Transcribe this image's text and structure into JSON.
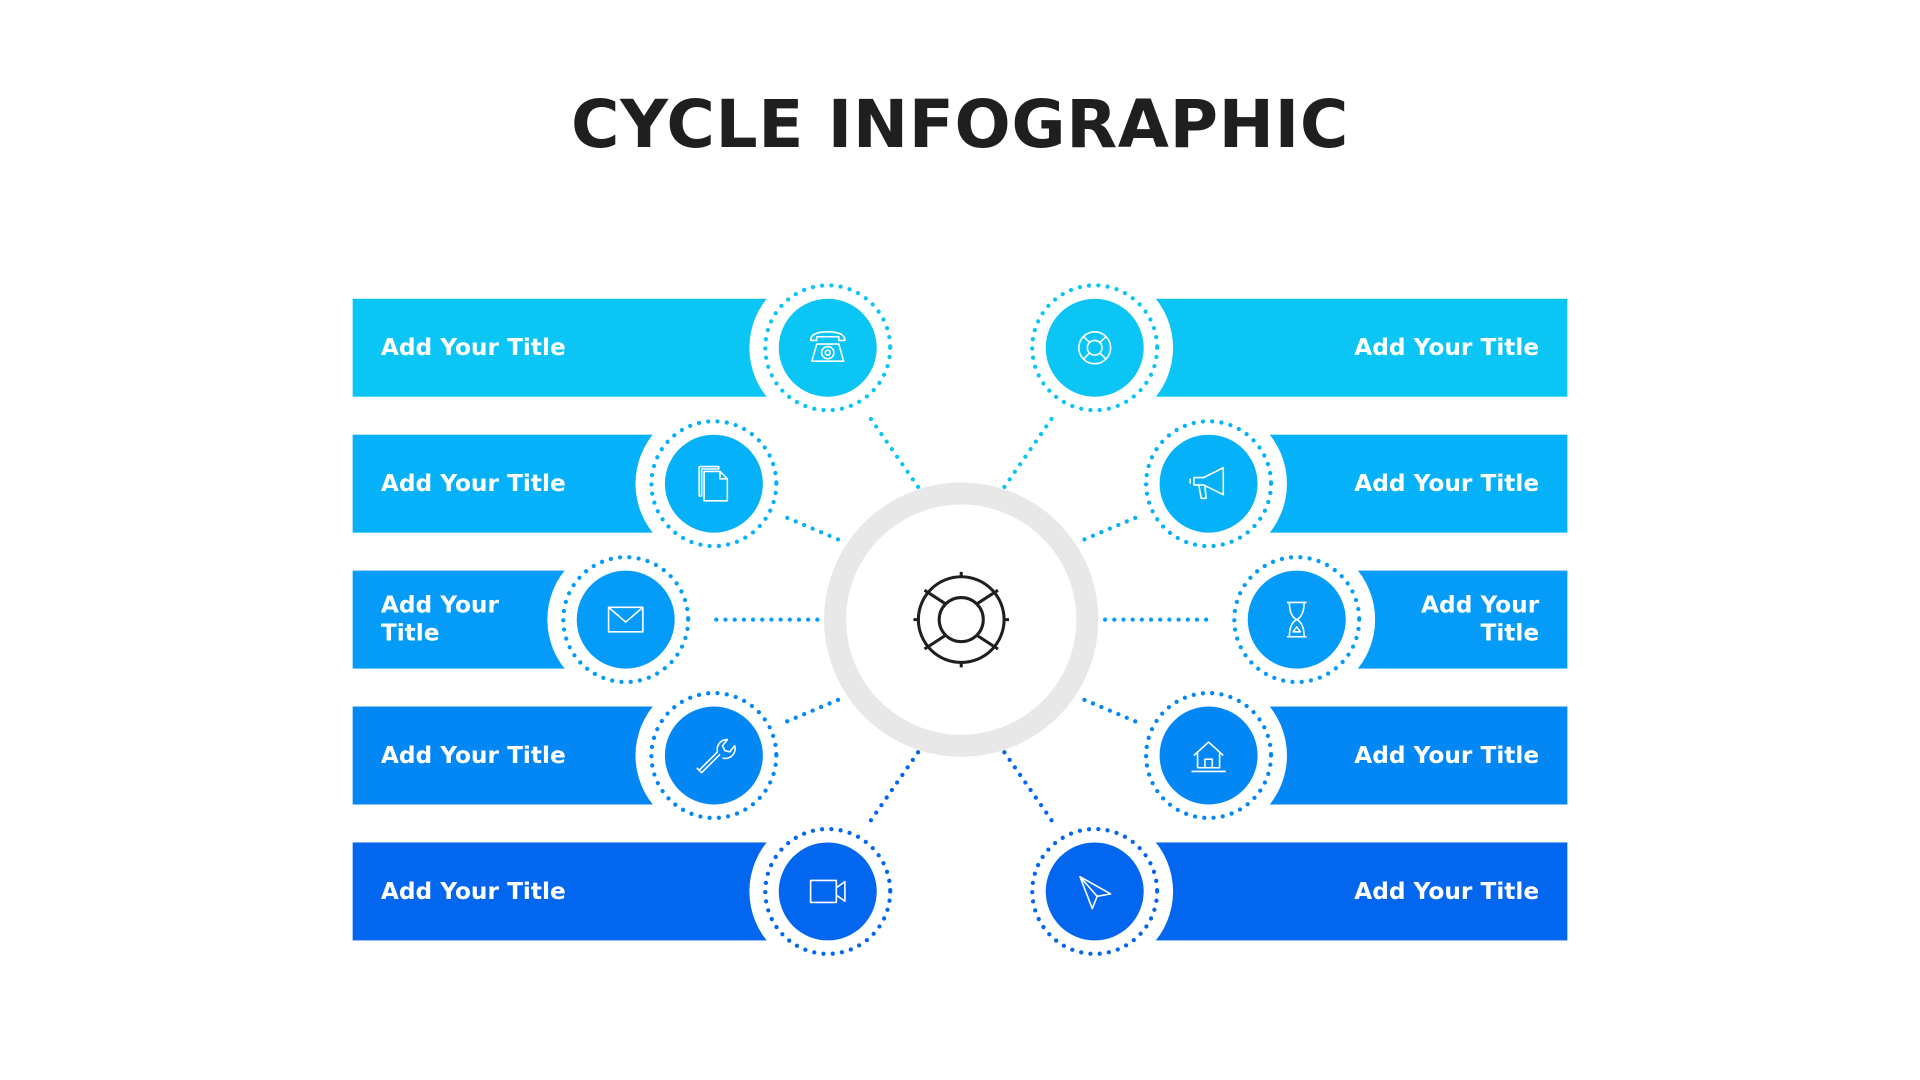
{
  "title": "CYCLE INFOGRAPHIC",
  "center_icon": "lifebuoy-icon",
  "left_items": [
    {
      "label": "Add Your Title",
      "icon": "telephone-icon",
      "color": "#0bc5f5"
    },
    {
      "label": "Add Your Title",
      "icon": "documents-icon",
      "color": "#05b1f8"
    },
    {
      "label": "Add Your Title",
      "icon": "envelope-icon",
      "color": "#049cf8"
    },
    {
      "label": "Add Your Title",
      "icon": "wrench-icon",
      "color": "#0387f5"
    },
    {
      "label": "Add Your Title",
      "icon": "video-camera-icon",
      "color": "#0366ef"
    }
  ],
  "right_items": [
    {
      "label": "Add Your Title",
      "icon": "lifebuoy-icon",
      "color": "#0bc5f5"
    },
    {
      "label": "Add Your Title",
      "icon": "megaphone-icon",
      "color": "#05b1f8"
    },
    {
      "label": "Add Your Title",
      "icon": "hourglass-icon",
      "color": "#049cf8"
    },
    {
      "label": "Add Your Title",
      "icon": "house-icon",
      "color": "#0387f5"
    },
    {
      "label": "Add Your Title",
      "icon": "paper-plane-icon",
      "color": "#0366ef"
    }
  ],
  "ring_color": "#e8e8e8"
}
